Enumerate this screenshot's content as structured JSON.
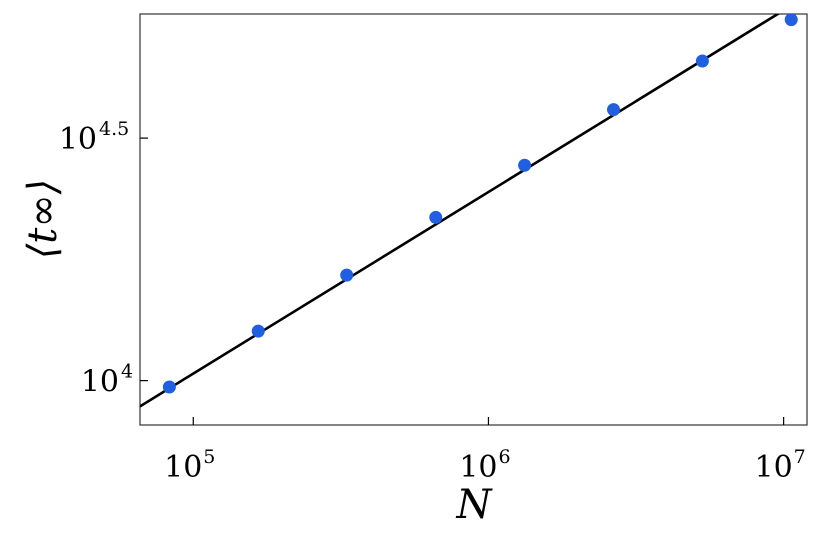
{
  "chart_data": {
    "type": "scatter",
    "title": "",
    "xlabel": "N",
    "ylabel": "⟨t∞⟩",
    "x_scale": "log",
    "y_scale": "log",
    "xlim": [
      66000,
      12000000
    ],
    "ylim": [
      8100,
      57000
    ],
    "x_ticks": [
      {
        "value": 100000,
        "base": "10",
        "exp": "5"
      },
      {
        "value": 1000000,
        "base": "10",
        "exp": "6"
      },
      {
        "value": 10000000,
        "base": "10",
        "exp": "7"
      }
    ],
    "y_ticks": [
      {
        "value": 10000,
        "base": "10",
        "exp": "4"
      },
      {
        "value": 31623,
        "base": "10",
        "exp": "4.5"
      }
    ],
    "grid": false,
    "legend": "none",
    "series": [
      {
        "kind": "points",
        "color": "#1f5fe0",
        "x": [
          83000,
          166000,
          331000,
          663000,
          1326000,
          2653000,
          5306000,
          10610000
        ],
        "y": [
          9700,
          12650,
          16500,
          21700,
          27800,
          36200,
          45600,
          55500
        ]
      },
      {
        "kind": "fit-line",
        "color": "#000000",
        "x": [
          66000,
          10100000
        ],
        "y": [
          8850,
          58200
        ]
      }
    ]
  }
}
